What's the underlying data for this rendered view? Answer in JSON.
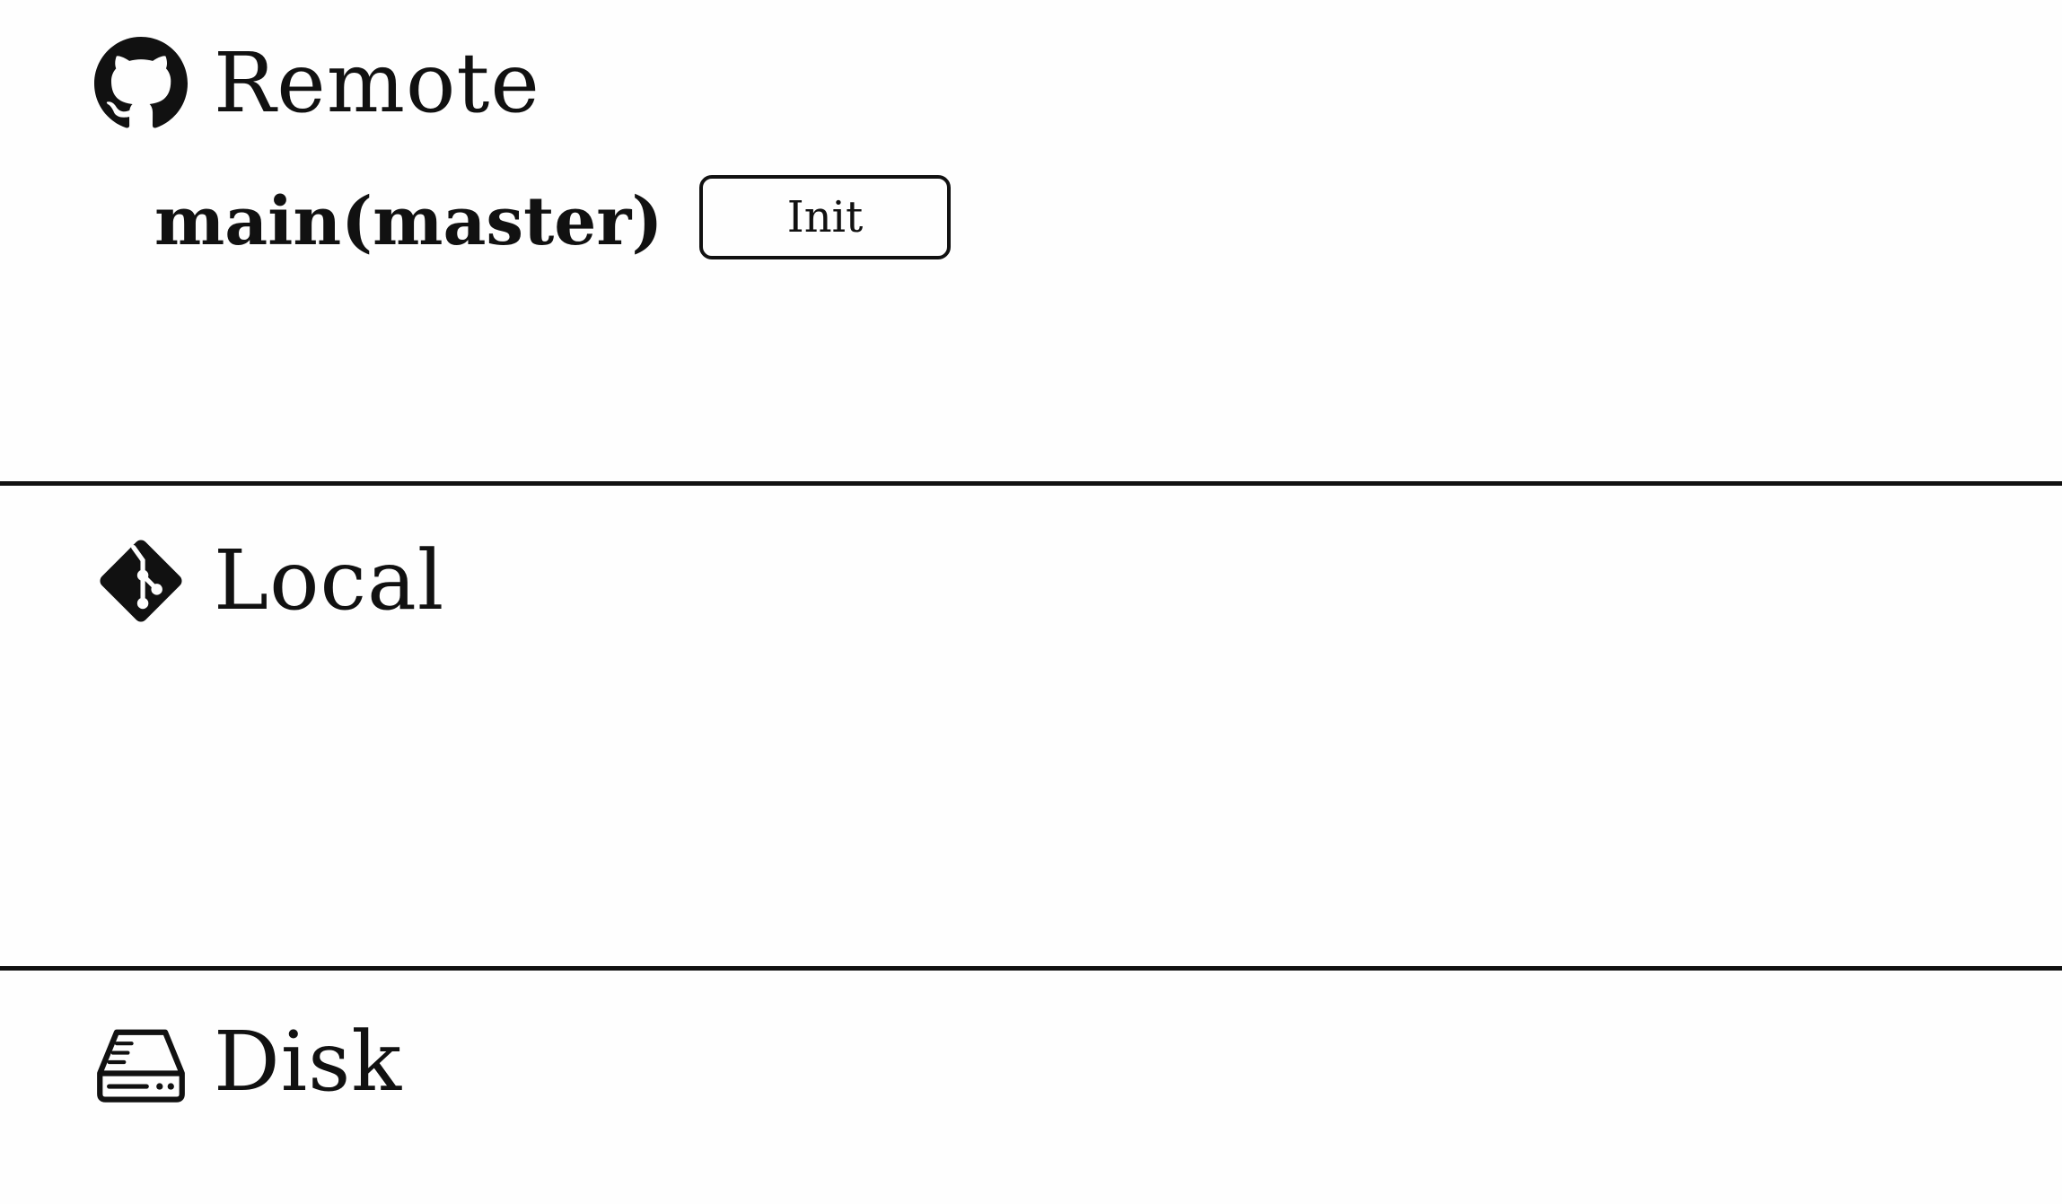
{
  "remote": {
    "title": "Remote",
    "icon": "github-icon",
    "branch": "main(master)",
    "init_label": "Init"
  },
  "local": {
    "title": "Local",
    "icon": "git-icon"
  },
  "disk": {
    "title": "Disk",
    "icon": "hard-drive-icon"
  },
  "colors": {
    "text": "#111111",
    "background": "#fefefe"
  }
}
